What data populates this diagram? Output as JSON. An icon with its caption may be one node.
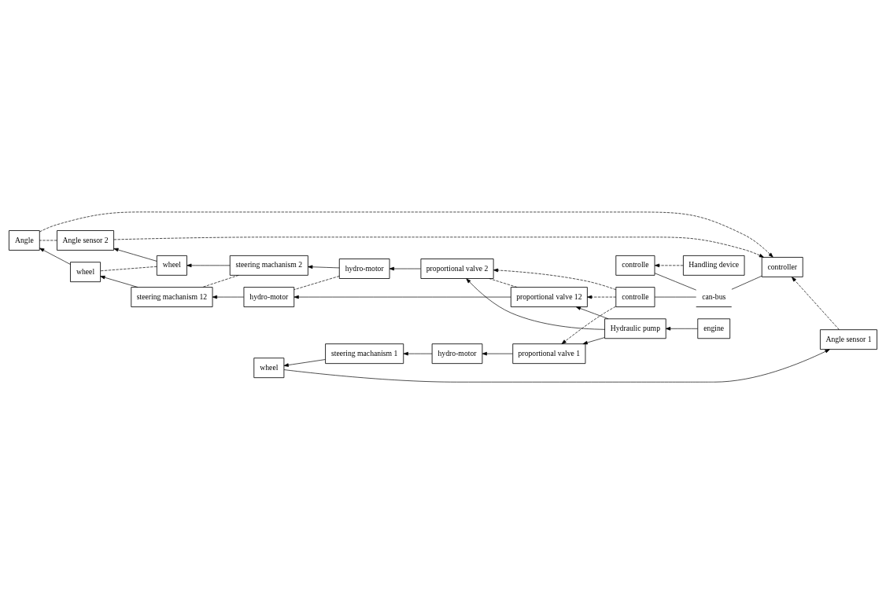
{
  "diagram": {
    "nodes": [
      {
        "text": [
          "Angle sensor 1"
        ]
      },
      {
        "text": [
          "wheel"
        ]
      },
      {
        "text": [
          "steering machanism 1"
        ]
      },
      {
        "text": [
          "hydro-motor"
        ]
      },
      {
        "text": [
          "Angle sensor 2"
        ]
      },
      {
        "text": [
          "wheel"
        ]
      },
      {
        "text": [
          "steering machanism 2"
        ]
      },
      {
        "text": [
          "hydro-motor"
        ]
      },
      {
        "text": [
          "Angle"
        ]
      },
      {
        "text": [
          "wheel"
        ]
      },
      {
        "text": [
          "steering machanism 12"
        ]
      },
      {
        "text": [
          "hydro-motor"
        ]
      },
      {
        "text": [
          "proportional valve 12"
        ]
      },
      {
        "text": [
          "engine"
        ]
      },
      {
        "text": [
          "Hydraulic pump"
        ]
      },
      {
        "text": [
          "proportional valve 2"
        ]
      },
      {
        "text": [
          "controller"
        ]
      },
      {
        "text": [
          "proportional valve 1"
        ]
      },
      {
        "text": [
          "can-bus"
        ]
      },
      {
        "text": [
          "Handling device"
        ]
      },
      {
        "text": [
          "controlle"
        ]
      },
      {
        "text": [
          "controlle"
        ]
      }
    ],
    "edges": [
      {
        "from": 1,
        "to": 0,
        "arrow": "to"
      },
      {
        "from": 2,
        "to": 1,
        "arrow": "to"
      },
      {
        "from": 3,
        "to": 2,
        "arrow": "to"
      },
      {
        "from": 17,
        "to": 3,
        "arrow": "to"
      },
      {
        "from": 5,
        "to": 4,
        "arrow": "to"
      },
      {
        "from": 6,
        "to": 5,
        "arrow": "to"
      },
      {
        "from": 7,
        "to": 6,
        "arrow": "to"
      },
      {
        "from": 15,
        "to": 7,
        "arrow": "to"
      },
      {
        "from": 4,
        "to": 8,
        "arrow": "none",
        "style": "dashed"
      },
      {
        "from": 5,
        "to": 9,
        "arrow": "none",
        "style": "dashed"
      },
      {
        "from": 6,
        "to": 10,
        "arrow": "none",
        "style": "dashed"
      },
      {
        "from": 7,
        "to": 11,
        "arrow": "none",
        "style": "dashed"
      },
      {
        "from": 9,
        "to": 8,
        "arrow": "to"
      },
      {
        "from": 10,
        "to": 9,
        "arrow": "to"
      },
      {
        "from": 11,
        "to": 10,
        "arrow": "to"
      },
      {
        "from": 12,
        "to": 11,
        "arrow": "to"
      },
      {
        "from": 13,
        "to": 14,
        "arrow": "to"
      },
      {
        "from": 14,
        "to": 12,
        "arrow": "to"
      },
      {
        "from": 14,
        "to": 15,
        "arrow": "to"
      },
      {
        "from": 14,
        "to": 17,
        "arrow": "to"
      },
      {
        "from": 12,
        "to": 15,
        "arrow": "none",
        "style": "dashed"
      },
      {
        "from": 0,
        "to": 16,
        "arrow": "to",
        "style": "dashed"
      },
      {
        "from": 4,
        "to": 16,
        "arrow": "to",
        "style": "dashed"
      },
      {
        "from": 8,
        "to": 16,
        "arrow": "to",
        "style": "dashed"
      },
      {
        "from": 16,
        "to": 18,
        "arrow": "none"
      },
      {
        "from": 18,
        "to": 20,
        "arrow": "none"
      },
      {
        "from": 18,
        "to": 21,
        "arrow": "none"
      },
      {
        "from": 19,
        "to": 20,
        "arrow": "to",
        "style": "dashed"
      },
      {
        "from": 21,
        "to": 12,
        "arrow": "to",
        "style": "dashed"
      },
      {
        "from": 21,
        "to": 15,
        "arrow": "to",
        "style": "dashed"
      },
      {
        "from": 21,
        "to": 17,
        "arrow": "to",
        "style": "dashed"
      }
    ]
  }
}
